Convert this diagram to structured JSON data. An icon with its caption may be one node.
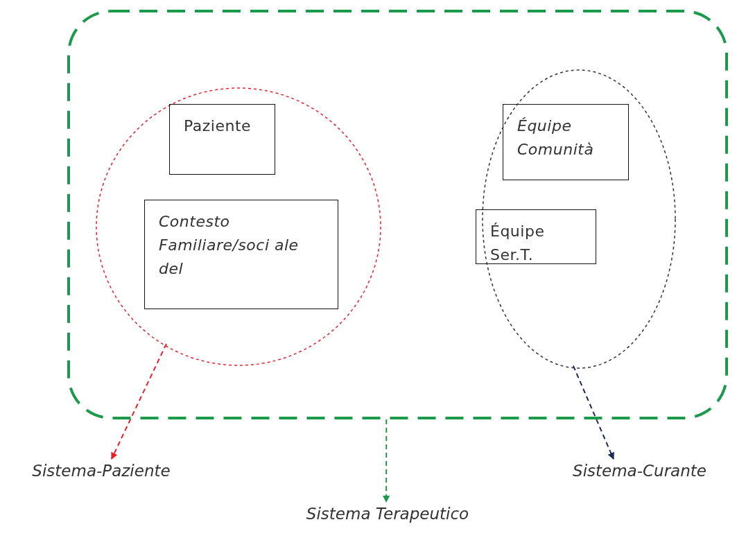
{
  "diagram": {
    "nodes": [
      {
        "text": [],
        "shape": "box"
      },
      {
        "text": [],
        "shape": "circle",
        "in": 0
      },
      {
        "text": [
          "Paziente"
        ],
        "in": 1
      },
      {
        "text": [
          "Contesto Familiare/soci ale del"
        ],
        "in": 1
      },
      {
        "text": [],
        "shape": "circle",
        "in": 0
      },
      {
        "text": [
          "Équipe Comunità"
        ],
        "in": 4
      },
      {
        "text": [
          "Équipe Ser.T."
        ],
        "in": 4
      },
      {
        "text": [
          "Sistema-Paziente"
        ]
      },
      {
        "text": [
          "Sistema Terapeutico"
        ]
      },
      {
        "text": [
          "Sistema-Curante"
        ]
      }
    ],
    "edges": [
      {
        "from": 1,
        "to": 7,
        "arrow": "to",
        "style": "dashed",
        "color": "#e8202a"
      },
      {
        "from": 0,
        "to": 8,
        "arrow": "to",
        "style": "dashed",
        "color": "#1a9a4a"
      },
      {
        "from": 4,
        "to": 9,
        "arrow": "to",
        "style": "dashed",
        "color": "#1a2a5a"
      }
    ]
  }
}
